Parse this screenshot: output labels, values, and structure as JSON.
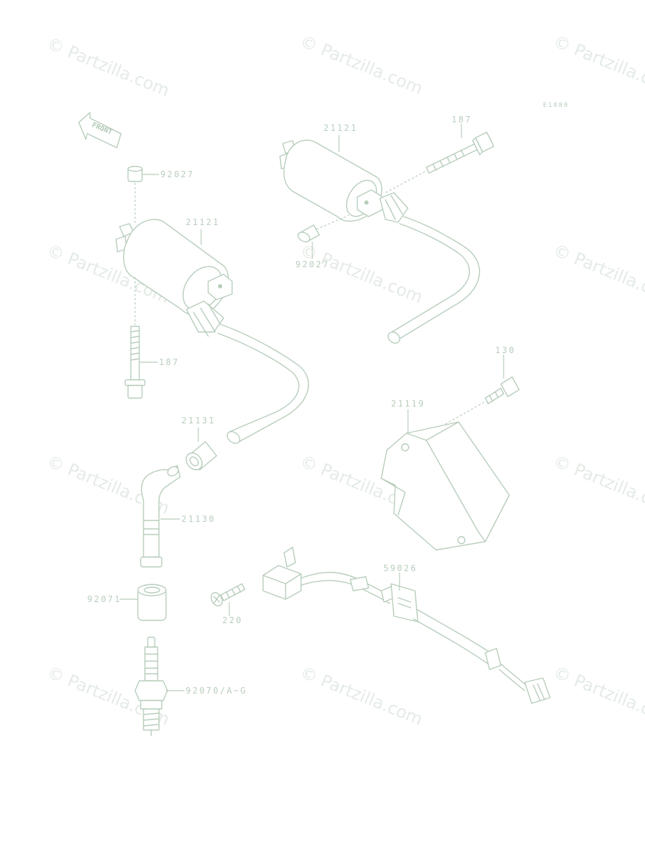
{
  "diagram_code": "E1880",
  "front_label": "FRONT",
  "watermark": "© Partzilla.com",
  "parts": {
    "coil_left": "21121",
    "coil_right": "21121",
    "bolt_left": "187",
    "bolt_right": "187",
    "spacer_left": "92027",
    "spacer_right": "92027",
    "cap": "21131",
    "plug_cap": "21130",
    "seal": "92071",
    "spark_plug": "92070/A~G",
    "cdi_unit": "21119",
    "cdi_bolt": "130",
    "pickup": "59026",
    "pickup_screw": "220"
  },
  "colors": {
    "line": "#b7cdbb",
    "watermark": "#e4ebe6"
  }
}
